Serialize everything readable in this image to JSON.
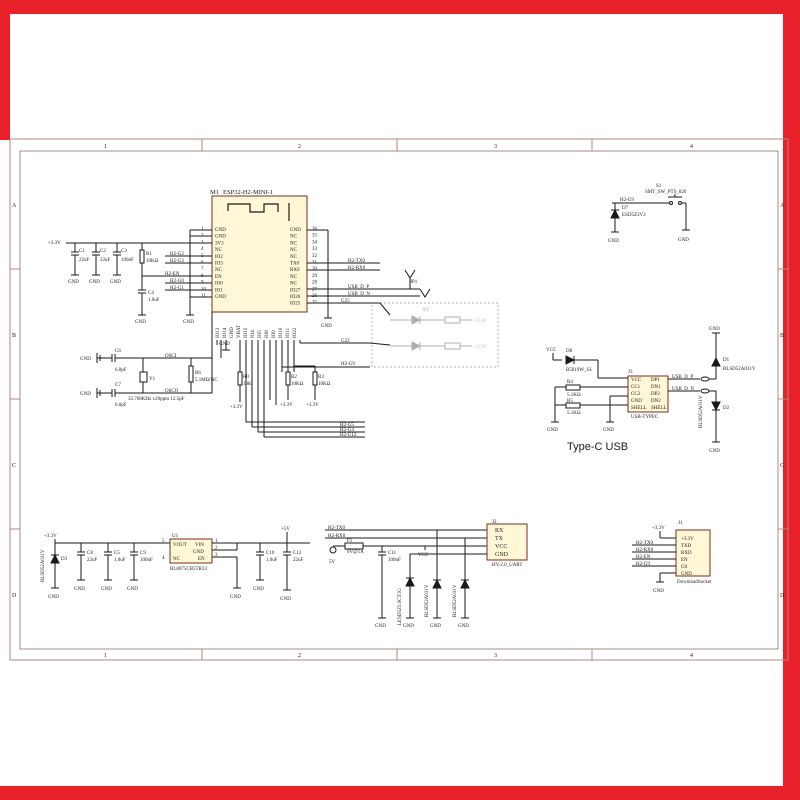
{
  "sheet": {
    "col_labels": [
      "1",
      "2",
      "3",
      "4"
    ],
    "row_labels": [
      "A",
      "B",
      "C",
      "D"
    ]
  },
  "module": {
    "ref": "M1",
    "part": "ESP32-H2-MINI-1",
    "left_pins": [
      {
        "name": "GND",
        "num": "1"
      },
      {
        "name": "GND",
        "num": "2"
      },
      {
        "name": "3V3",
        "num": "3"
      },
      {
        "name": "NC",
        "num": "4"
      },
      {
        "name": "IO2",
        "num": "5"
      },
      {
        "name": "IO3",
        "num": "6"
      },
      {
        "name": "NC",
        "num": "7"
      },
      {
        "name": "EN",
        "num": "8"
      },
      {
        "name": "IO0",
        "num": "9"
      },
      {
        "name": "IO1",
        "num": "10"
      },
      {
        "name": "GND",
        "num": "11"
      }
    ],
    "right_pins": [
      {
        "name": "GND",
        "num": "36"
      },
      {
        "name": "NC",
        "num": "35"
      },
      {
        "name": "NC",
        "num": "34"
      },
      {
        "name": "NC",
        "num": "33"
      },
      {
        "name": "NC",
        "num": "32"
      },
      {
        "name": "TX0",
        "num": "31"
      },
      {
        "name": "RX0",
        "num": "30"
      },
      {
        "name": "NC",
        "num": "29"
      },
      {
        "name": "NC",
        "num": "28"
      },
      {
        "name": "IO27",
        "num": "27"
      },
      {
        "name": "IO26",
        "num": "26"
      },
      {
        "name": "IO25",
        "num": "25"
      }
    ],
    "bottom_pins": [
      "IO13",
      "IO14",
      "GND",
      "VBAT",
      "IO12",
      "IO4",
      "IO5",
      "IO8",
      "IO9",
      "IO10",
      "IO11",
      "IO22"
    ]
  },
  "nets": {
    "v33": "+3.3V",
    "v5": "+5V",
    "gnd": "GND",
    "vcc": "VCC",
    "h2_g2": "H2-G2",
    "h2_g3": "H2-G3",
    "h2_en": "H2-EN",
    "h2_g0": "H2-G0",
    "h2_g1": "H2-G1",
    "h2_tx0": "H2-TX0",
    "h2_rx0": "H2-RX0",
    "usb_p": "USB_D_P",
    "usb_n": "USB_D_N",
    "g25": "G25",
    "g22": "G22",
    "h2_g9": "H2-G9",
    "h2_g5": "H2-G5",
    "h2_g4": "H2-G4",
    "h2_g12": "H2-G12",
    "osci": "OSCI",
    "osco": "OSCO"
  },
  "components": {
    "c1": "C1",
    "c1v": "22uF",
    "c2": "C2",
    "c2v": "22uF",
    "c3": "C3",
    "c3v": "100nF",
    "r1": "R1",
    "r1v": "10KΩ",
    "c4": "C4",
    "c4v": "1.0uF",
    "c6": "C6",
    "c6v": "6.0pF",
    "c7": "C7",
    "c7v": "6.0pF",
    "r6": "R6",
    "r6v": "5.1MΩ/NC",
    "y1": "Y1",
    "y1v": "32.768KHz ±20ppm 12.5pF",
    "r0": "R0",
    "r0v": "10K",
    "r2": "R2",
    "r2v": "10KΩ",
    "r3": "R3",
    "r3v": "10KΩ",
    "jp1": "JP1",
    "jp2": "JP2",
    "d7": "D7",
    "d7v": "ESD5Z3V3",
    "s1": "S1",
    "s1v": "SMT_SW_PTS_820",
    "d8": "D8",
    "d8v": "B5819W_SL",
    "r4": "R4",
    "r4v": "5.1KΩ",
    "r5": "R5",
    "r5v": "5.1KΩ",
    "j3": "J3",
    "j3v": "USB-TYPEC",
    "d1": "D1",
    "d1v": "RLSD52A031V",
    "d2": "D2",
    "d2v": "RLSD52A031V",
    "usb_title": "Type-C USB",
    "d3": "D3",
    "d3v": "RLSD52A031V",
    "c8": "C8",
    "c8v": "22uF",
    "c5": "C5",
    "c5v": "1.0uF",
    "c9": "C9",
    "c9v": "100nF",
    "u1": "U1",
    "u1v": "BL8075CB5TR33",
    "c10": "C10",
    "c10v": "1.0uF",
    "c12": "C12",
    "c12v": "22uF",
    "f1": "F1",
    "f1v": "6V@1A",
    "c11": "C11",
    "c11v": "100nF",
    "d4v": "LESD5Z5.0CT1G",
    "d5v": "RLSD52A031V",
    "d6v": "RLSD52A031V",
    "j2": "J2",
    "j2v": "HY-2.0_UART",
    "j1": "J1",
    "j1v": "DownloadSocket",
    "5v_label": "5V"
  },
  "u1_pins": [
    "VOUT",
    "VIN",
    "GND",
    "EN",
    "NC"
  ],
  "u1_nums": [
    "5",
    "1",
    "2",
    "3",
    "4"
  ],
  "j3_pins": [
    "VCC",
    "CC1",
    "CC2",
    "GND",
    "SHELL"
  ],
  "j3_pins_r": [
    "DP1",
    "DN1",
    "DP2",
    "DN2",
    "SHELL"
  ],
  "j2_pins": [
    "RX",
    "TX",
    "VCC",
    "GND"
  ],
  "j1_pins": [
    "+3.3V",
    "TXD",
    "RXD",
    "EN",
    "G0",
    "GND"
  ]
}
